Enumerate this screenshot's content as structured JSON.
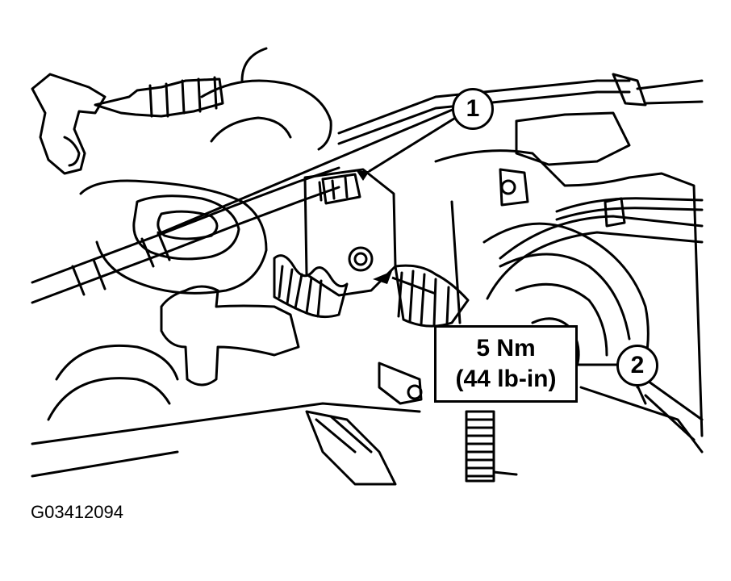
{
  "callouts": {
    "one": "1",
    "two": "2"
  },
  "torque": {
    "line1": "5 Nm",
    "line2": "(44 lb-in)"
  },
  "figure_id": "G03412094",
  "colors": {
    "ink": "#000000",
    "paper": "#ffffff"
  }
}
